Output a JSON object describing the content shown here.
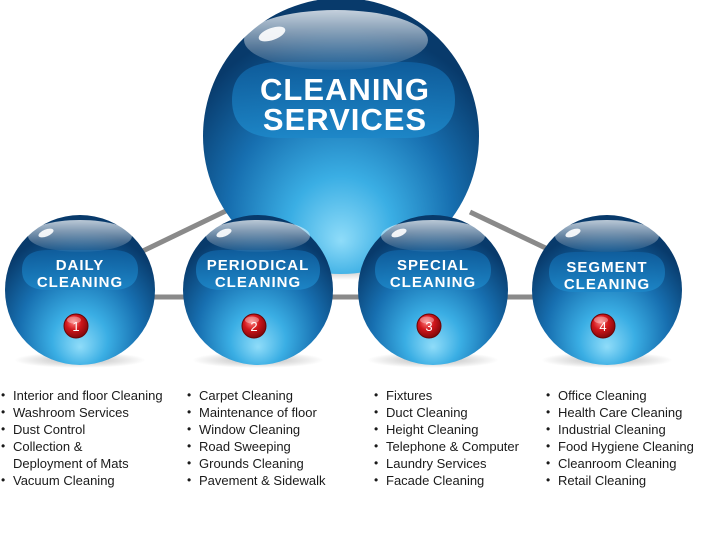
{
  "main": {
    "title_line1": "CLEANING",
    "title_line2": "SERVICES"
  },
  "categories": [
    {
      "line1": "DAILY",
      "line2": "CLEANING",
      "number": "1",
      "items": [
        "Interior and floor Cleaning",
        "Washroom Services",
        "Dust Control",
        "Collection &",
        "Deployment of Mats",
        "Vacuum Cleaning"
      ]
    },
    {
      "line1": "PERIODICAL",
      "line2": "CLEANING",
      "number": "2",
      "items": [
        "Carpet Cleaning",
        "Maintenance of floor",
        "Window Cleaning",
        "Road Sweeping",
        "Grounds Cleaning",
        "Pavement & Sidewalk"
      ]
    },
    {
      "line1": "SPECIAL",
      "line2": "CLEANING",
      "number": "3",
      "items": [
        "Fixtures",
        "Duct Cleaning",
        "Height Cleaning",
        "Telephone & Computer",
        "Laundry Services",
        "Facade Cleaning"
      ]
    },
    {
      "line1": "SEGMENT",
      "line2": "CLEANING",
      "number": "4",
      "items": [
        "Office Cleaning",
        "Health Care Cleaning",
        "Industrial Cleaning",
        "Food Hygiene Cleaning",
        "Cleanroom Cleaning",
        "Retail Cleaning"
      ]
    }
  ],
  "colors": {
    "sphere_light": "#7fd4f7",
    "sphere_mid": "#1e8ccb",
    "sphere_dark": "#0a3f73",
    "badge_red": "#d0161b",
    "connector": "#8a8a8a"
  }
}
